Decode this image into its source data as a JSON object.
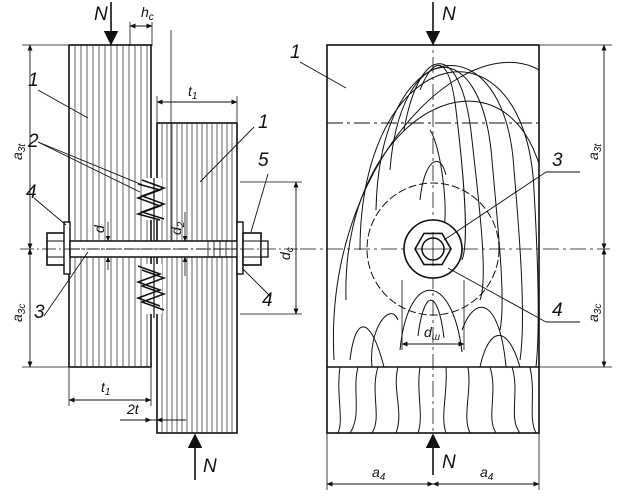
{
  "force": "N",
  "labels": {
    "plank_left": "1",
    "plank_right": "1",
    "plank_plan": "1",
    "teeth": "2",
    "bolt": "3",
    "bolt_plan": "3",
    "washer_left": "4",
    "washer_right": "4",
    "washer_plan": "4",
    "nut": "5"
  },
  "dims": {
    "hc": {
      "main": "h",
      "sub": "c"
    },
    "t1_top": {
      "main": "t",
      "sub": "1"
    },
    "t1_bottom": {
      "main": "t",
      "sub": "1"
    },
    "a3t_left": {
      "main": "a",
      "sub": "3t"
    },
    "a3c_left": {
      "main": "a",
      "sub": "3c"
    },
    "a3t_right": {
      "main": "a",
      "sub": "3t"
    },
    "a3c_right": {
      "main": "a",
      "sub": "3c"
    },
    "d": "d",
    "d2": {
      "main": "d",
      "sub": "2"
    },
    "dc": {
      "main": "d",
      "sub": "c"
    },
    "dsh": {
      "main": "d",
      "sub": "ш"
    },
    "two_t": "2t",
    "a4_left": {
      "main": "a",
      "sub": "4"
    },
    "a4_right": {
      "main": "a",
      "sub": "4"
    }
  }
}
